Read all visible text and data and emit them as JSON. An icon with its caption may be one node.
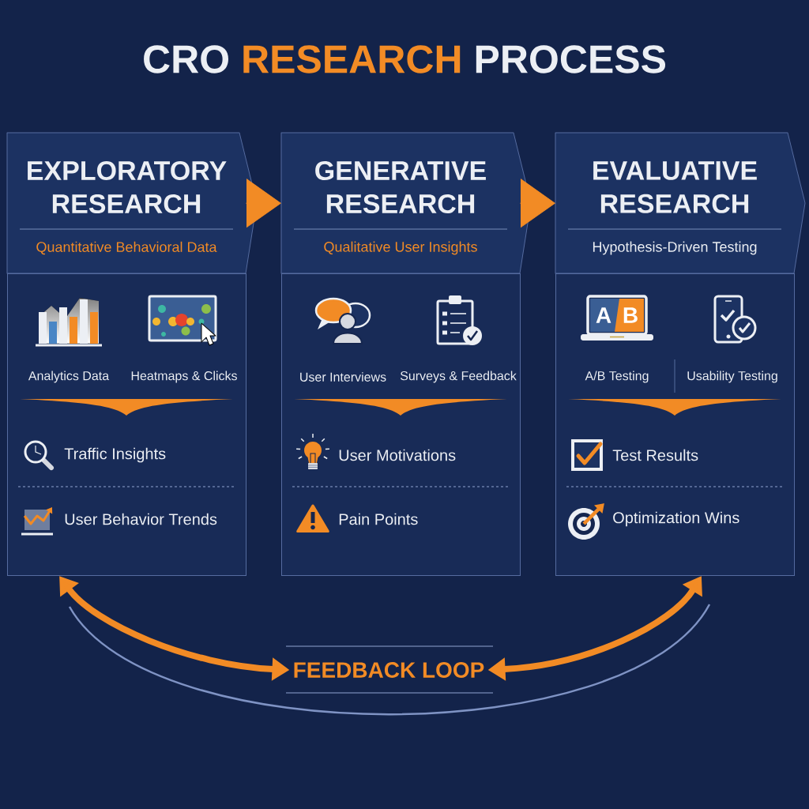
{
  "diagram": {
    "title": "CRO RESEARCH PROCESS",
    "nodes": [
      {
        "text": [
          "EXPLORATORY RESEARCH",
          "Quantitative Behavioral Data"
        ]
      },
      {
        "text": [
          "Analytics Data",
          "Heatmaps & Clicks",
          "Traffic Insights",
          "User Behavior Trends"
        ]
      },
      {
        "text": [
          "GENERATIVE RESEARCH",
          "Qualitative User Insights"
        ]
      },
      {
        "text": [
          "User Interviews",
          "Surveys & Feedback",
          "User Motivations",
          "Pain Points"
        ]
      },
      {
        "text": [
          "EVALUATIVE RESEARCH",
          "Hypothesis-Driven Testing"
        ]
      },
      {
        "text": [
          "A/B Testing",
          "Usability Testing",
          "Test Results",
          "Optimization Wins"
        ]
      },
      {
        "text": [
          "FEEDBACK LOOP"
        ]
      }
    ],
    "edges": [
      {
        "from": 0,
        "to": 2,
        "arrow": "to"
      },
      {
        "from": 2,
        "to": 4,
        "arrow": "to"
      },
      {
        "from": 6,
        "to": 1,
        "arrow": "both",
        "style": "thick"
      },
      {
        "from": 6,
        "to": 5,
        "arrow": "both",
        "style": "thick"
      }
    ],
    "labels": [
      "A",
      "B"
    ]
  }
}
